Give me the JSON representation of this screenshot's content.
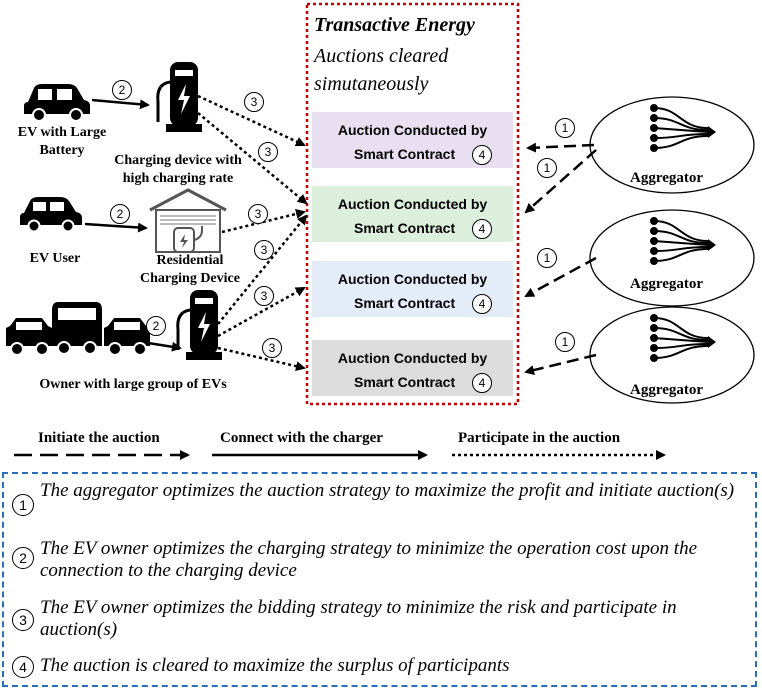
{
  "transactive": {
    "title": "Transactive Energy",
    "subtitle": "Auctions cleared simutaneously"
  },
  "auctions": [
    {
      "line1": "Auction Conducted by",
      "line2": "Smart Contract",
      "num": "4",
      "color": "#e8e0f0"
    },
    {
      "line1": "Auction Conducted by",
      "line2": "Smart Contract",
      "num": "4",
      "color": "#dcefdc"
    },
    {
      "line1": "Auction Conducted by",
      "line2": "Smart Contract",
      "num": "4",
      "color": "#e3ecf7"
    },
    {
      "line1": "Auction Conducted by",
      "line2": "Smart Contract",
      "num": "4",
      "color": "#dcdcdc"
    }
  ],
  "labels": {
    "ev_large_battery": "EV with Large\nBattery",
    "charging_device_high": "Charging device with\nhigh charging rate",
    "ev_user": "EV User",
    "residential_device": "Residential\nCharging Device",
    "owner_group": "Owner with large group of EVs"
  },
  "aggregators": [
    "Aggregator",
    "Aggregator",
    "Aggregator"
  ],
  "step_numbers": {
    "one": "1",
    "two": "2",
    "three": "3"
  },
  "legend": {
    "initiate": "Initiate the auction",
    "connect": "Connect with the charger",
    "participate": "Participate in the auction"
  },
  "notes": [
    {
      "num": "1",
      "text": "The aggregator optimizes the auction strategy to maximize the profit and initiate auction(s)"
    },
    {
      "num": "2",
      "text": "The EV owner optimizes the charging strategy to minimize the operation cost upon the connection to the charging device"
    },
    {
      "num": "3",
      "text": "The EV owner optimizes the bidding strategy to minimize the risk and participate in auction(s)"
    },
    {
      "num": "4",
      "text": "The auction is cleared to maximize the surplus of participants"
    }
  ],
  "colors": {
    "te_border": "#c00000",
    "note_border": "#2a6db8"
  }
}
